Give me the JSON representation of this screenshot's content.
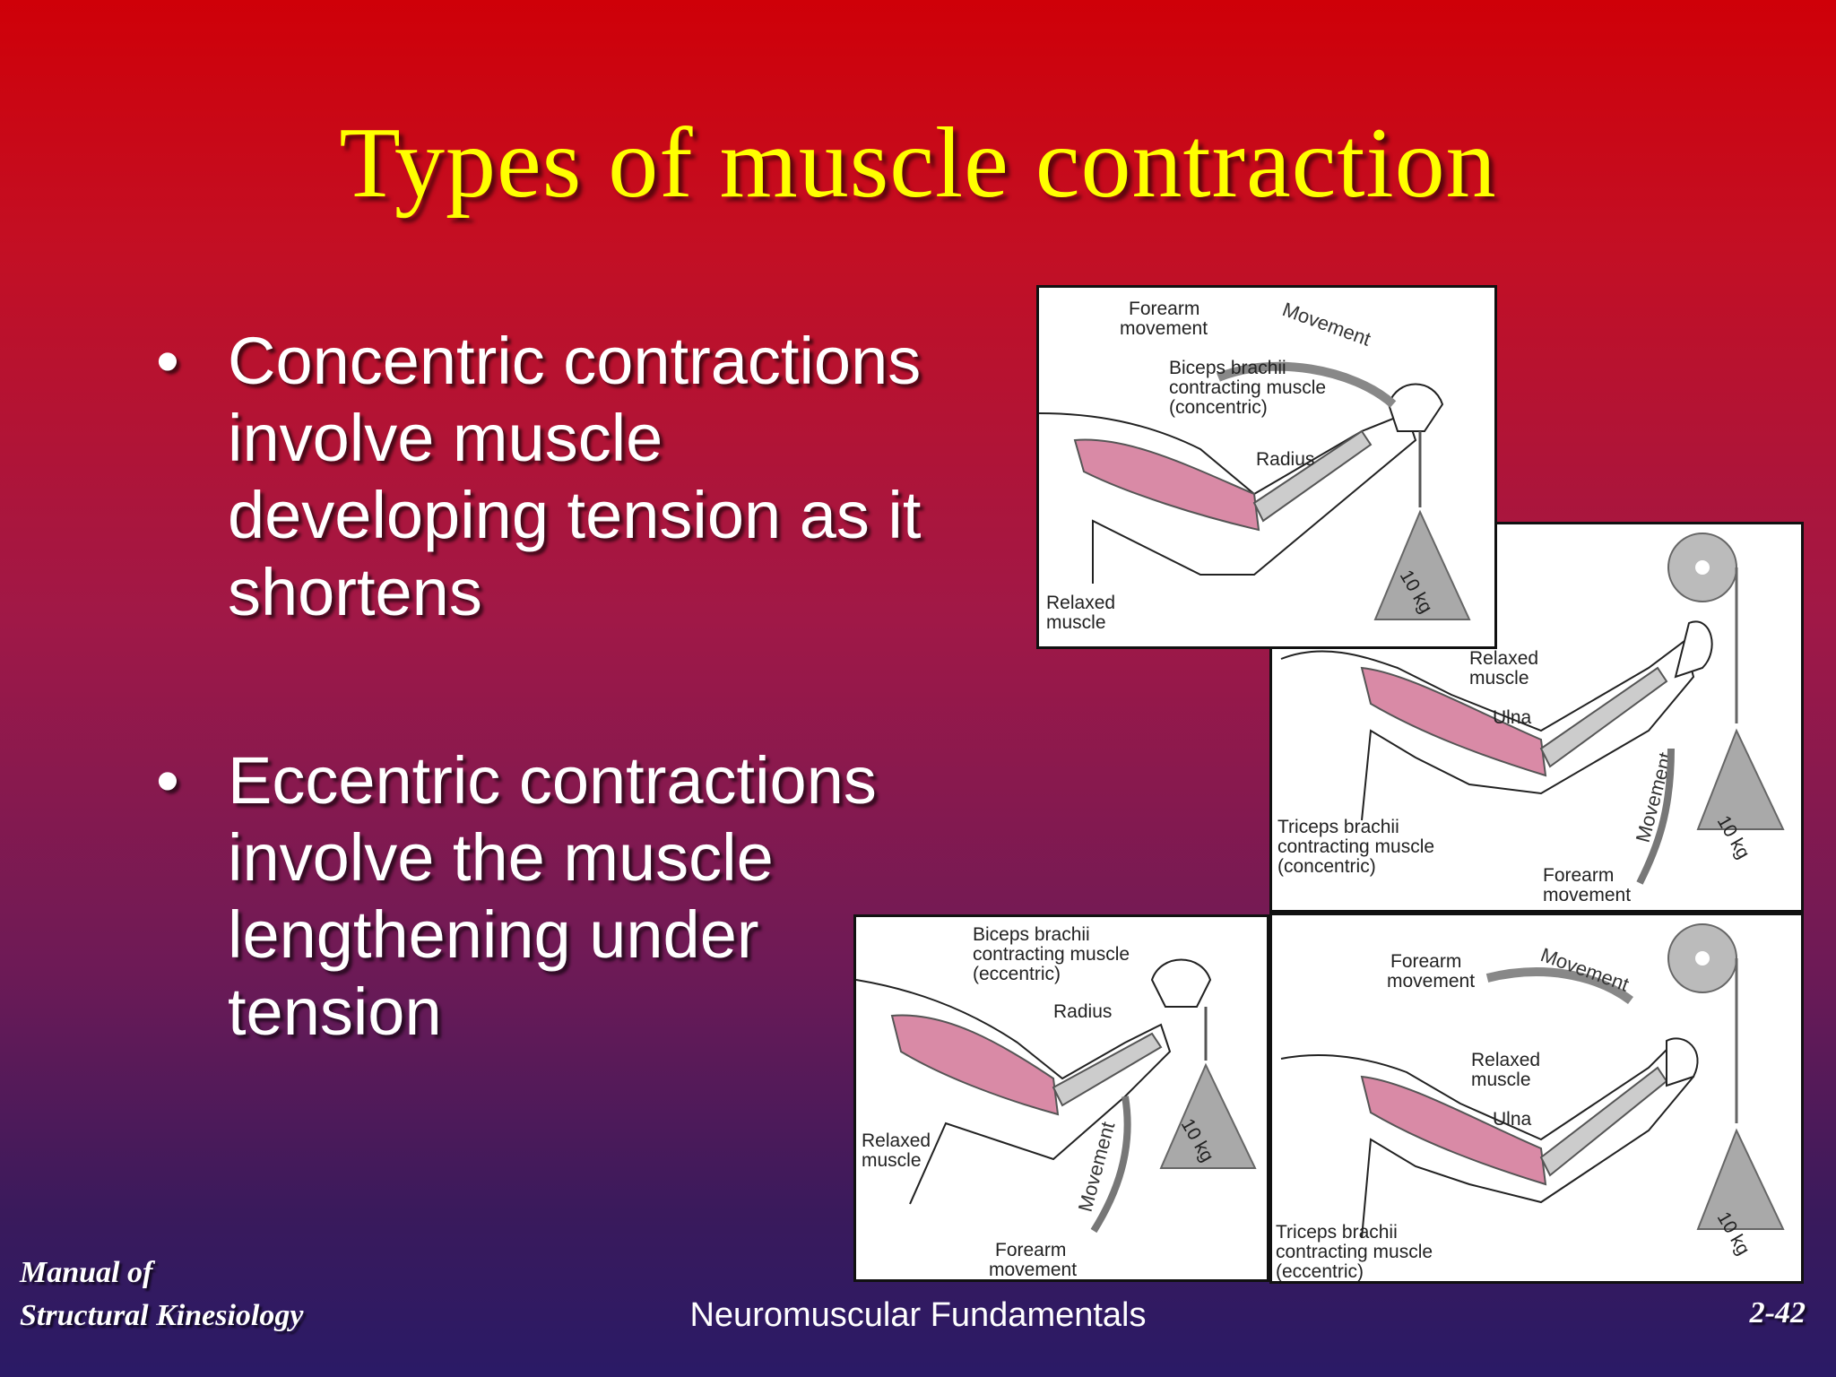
{
  "slide": {
    "title": "Types of muscle contraction",
    "bullets": [
      {
        "text": "Concentric contractions involve muscle developing tension as it shortens"
      },
      {
        "text": "Eccentric contractions involve the muscle lengthening under tension"
      }
    ]
  },
  "figures": {
    "panel1": {
      "movement": "Movement",
      "forearm_1": "Forearm",
      "forearm_2": "movement",
      "muscle_1": "Biceps brachii",
      "muscle_2": "contracting muscle",
      "muscle_3": "(concentric)",
      "bone": "Radius",
      "relaxed_1": "Relaxed",
      "relaxed_2": "muscle",
      "weight": "10 kg"
    },
    "panel2": {
      "relaxed_1": "Relaxed",
      "relaxed_2": "muscle",
      "bone": "Ulna",
      "muscle_1": "Triceps brachii",
      "muscle_2": "contracting muscle",
      "muscle_3": "(concentric)",
      "movement": "Movement",
      "forearm_1": "Forearm",
      "forearm_2": "movement",
      "weight": "10 kg"
    },
    "panel3": {
      "muscle_1": "Biceps brachii",
      "muscle_2": "contracting muscle",
      "muscle_3": "(eccentric)",
      "bone": "Radius",
      "relaxed_1": "Relaxed",
      "relaxed_2": "muscle",
      "movement": "Movement",
      "forearm_1": "Forearm",
      "forearm_2": "movement",
      "weight": "10 kg"
    },
    "panel4": {
      "forearm_1": "Forearm",
      "forearm_2": "movement",
      "movement": "Movement",
      "relaxed_1": "Relaxed",
      "relaxed_2": "muscle",
      "bone": "Ulna",
      "muscle_1": "Triceps brachii",
      "muscle_2": "contracting muscle",
      "muscle_3": "(eccentric)",
      "weight": "10 kg"
    }
  },
  "footer": {
    "book_line1": "Manual of",
    "book_line2": "Structural Kinesiology",
    "chapter": "Neuromuscular Fundamentals",
    "page": "2-42"
  }
}
